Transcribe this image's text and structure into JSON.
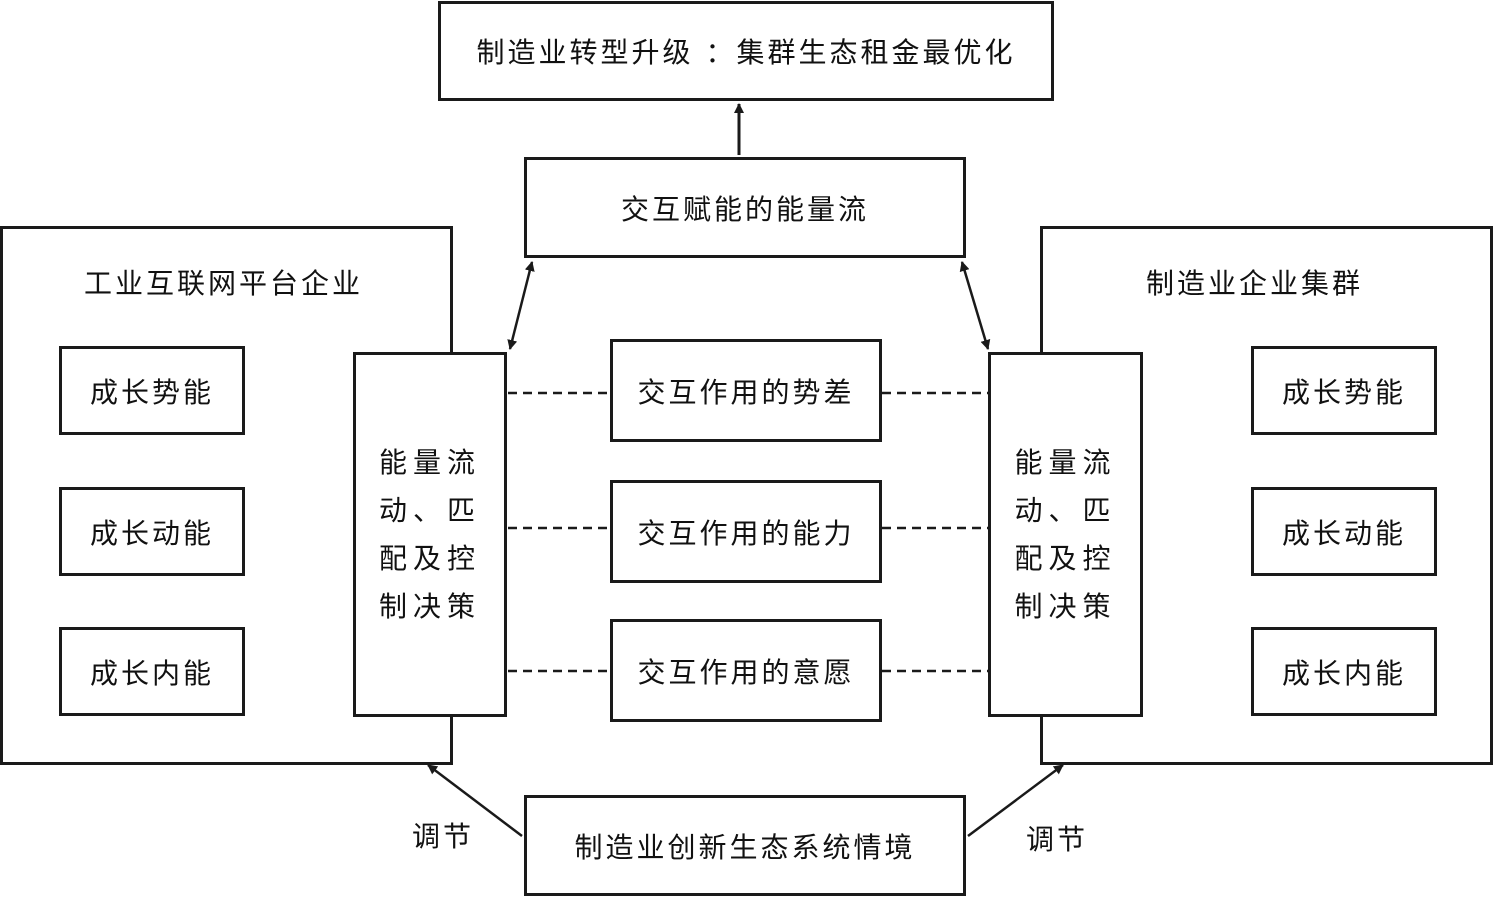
{
  "top_goal": "制造业转型升级 ：集群生态租金最优化",
  "energy_flow": "交互赋能的能量流",
  "left_cluster": {
    "title": "工业互联网平台企业",
    "items": [
      "成长势能",
      "成长动能",
      "成长内能"
    ],
    "decision": "能量流动、匹配及控制决策"
  },
  "right_cluster": {
    "title": "制造业企业集群",
    "items": [
      "成长势能",
      "成长动能",
      "成长内能"
    ],
    "decision": "能量流动、匹配及控制决策"
  },
  "interactions": [
    "交互作用的势差",
    "交互作用的能力",
    "交互作用的意愿"
  ],
  "context": "制造业创新生态系统情境",
  "regulate_left": "调节",
  "regulate_right": "调节"
}
